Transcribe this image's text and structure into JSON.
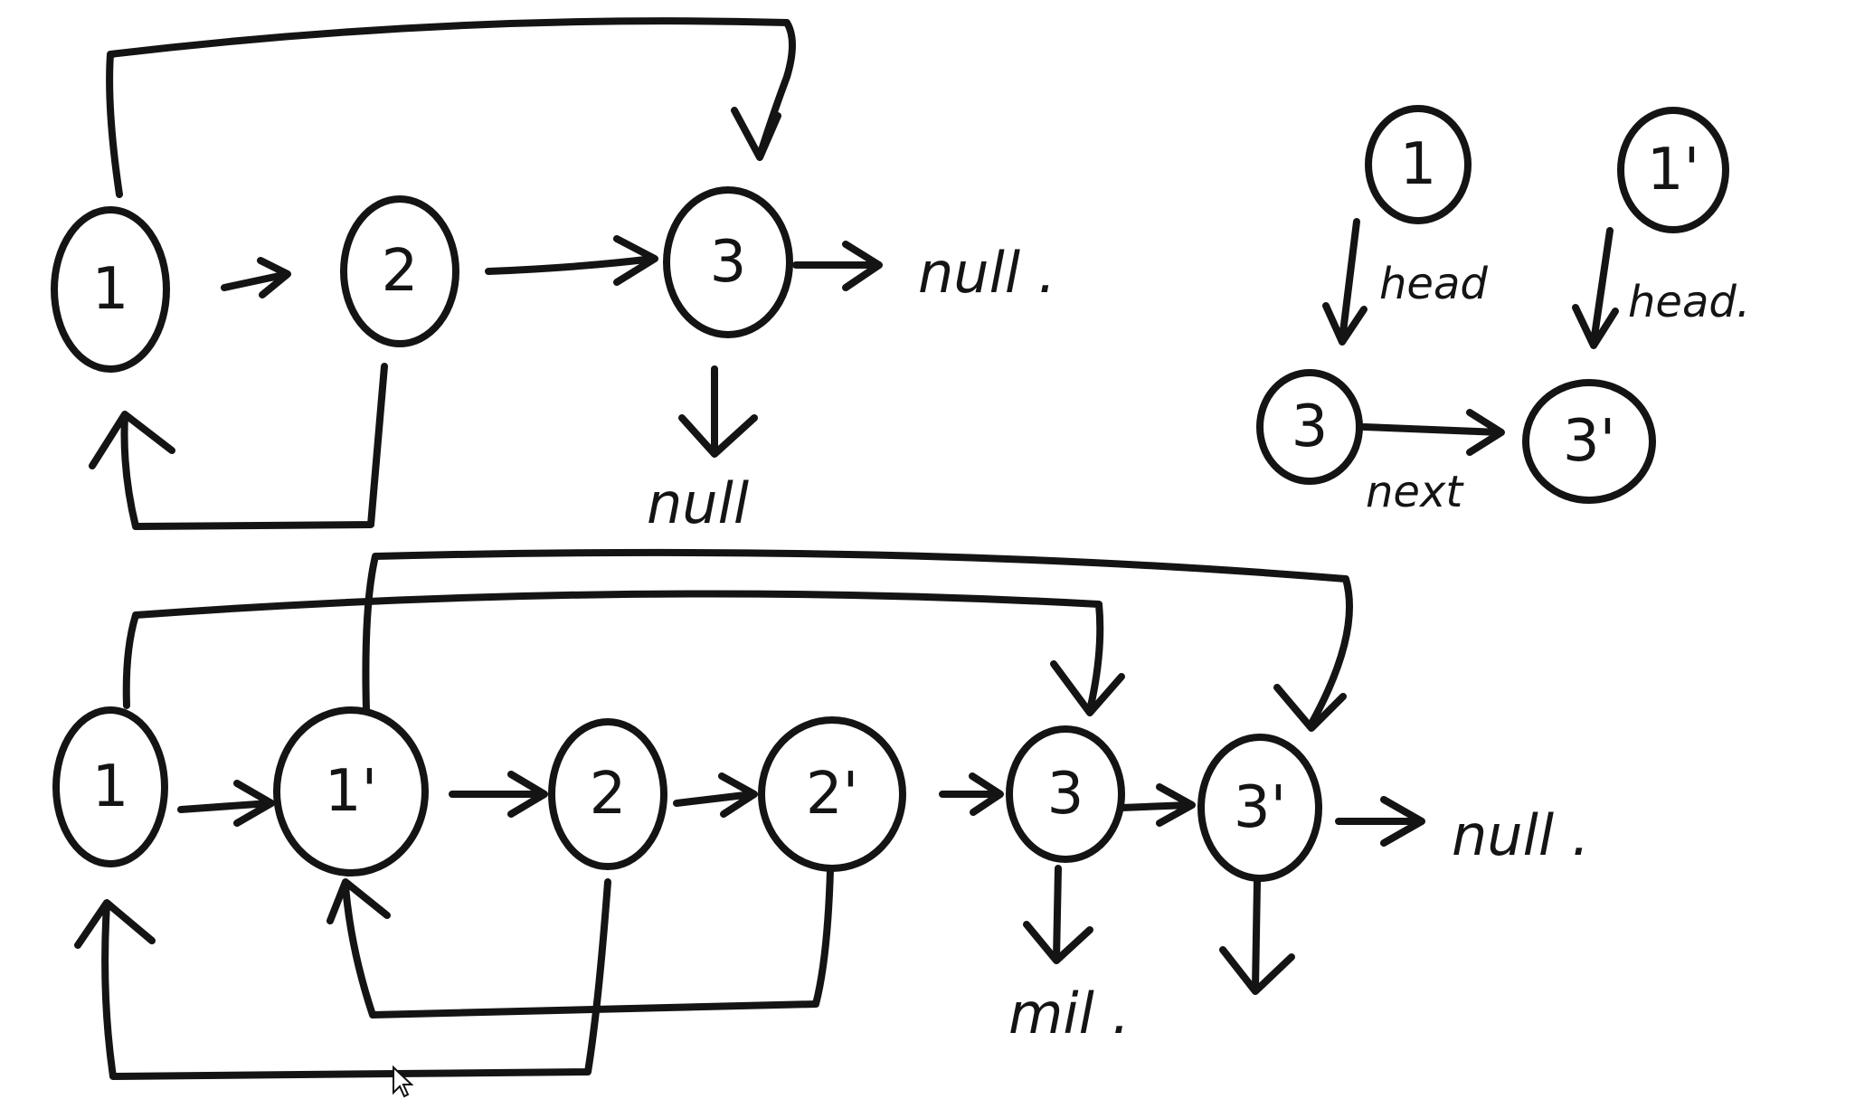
{
  "diagram_1": {
    "nodes": [
      "1",
      "2",
      "3"
    ],
    "next_terminal": "null .",
    "random_terminal": "null"
  },
  "diagram_2": {
    "nodes": [
      "1",
      "3"
    ],
    "edge_labels": [
      "head",
      "head."
    ],
    "next_label": "next",
    "copy_node": "3'",
    "copy_head_node": "1'"
  },
  "diagram_3": {
    "nodes": [
      "1",
      "1'",
      "2",
      "2'",
      "3",
      "3'"
    ],
    "next_terminal": "null .",
    "random_terminal": "mil ."
  },
  "colors": {
    "ink": "#141414",
    "background": "#ffffff"
  },
  "icons": [
    "mouse-pointer-icon"
  ]
}
